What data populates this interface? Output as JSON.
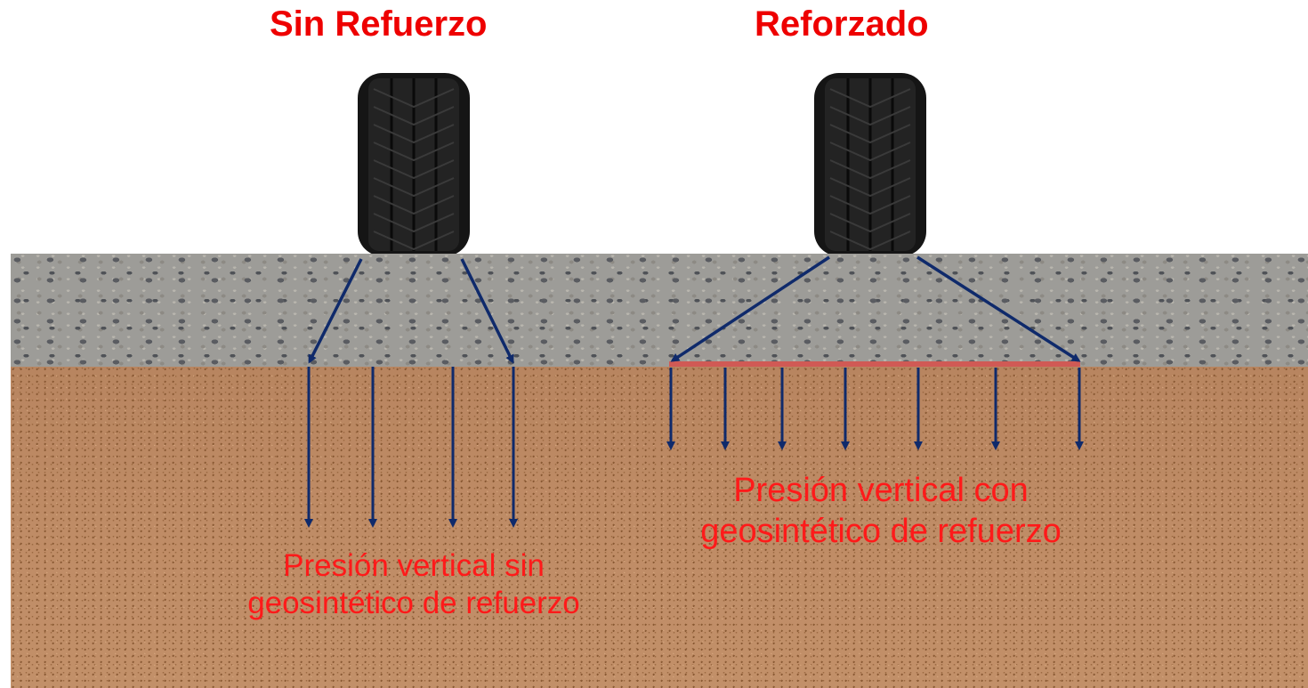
{
  "left": {
    "title": "Sin Refuerzo",
    "caption": "Presión vertical sin geosintético de refuerzo"
  },
  "right": {
    "title": "Reforzado",
    "caption": "Presión vertical con geosintético de refuerzo"
  },
  "colors": {
    "title": "#ee0000",
    "caption": "#ff1a1a",
    "arrow": "#0f2a6b",
    "geosynthetic": "#d05a55"
  }
}
